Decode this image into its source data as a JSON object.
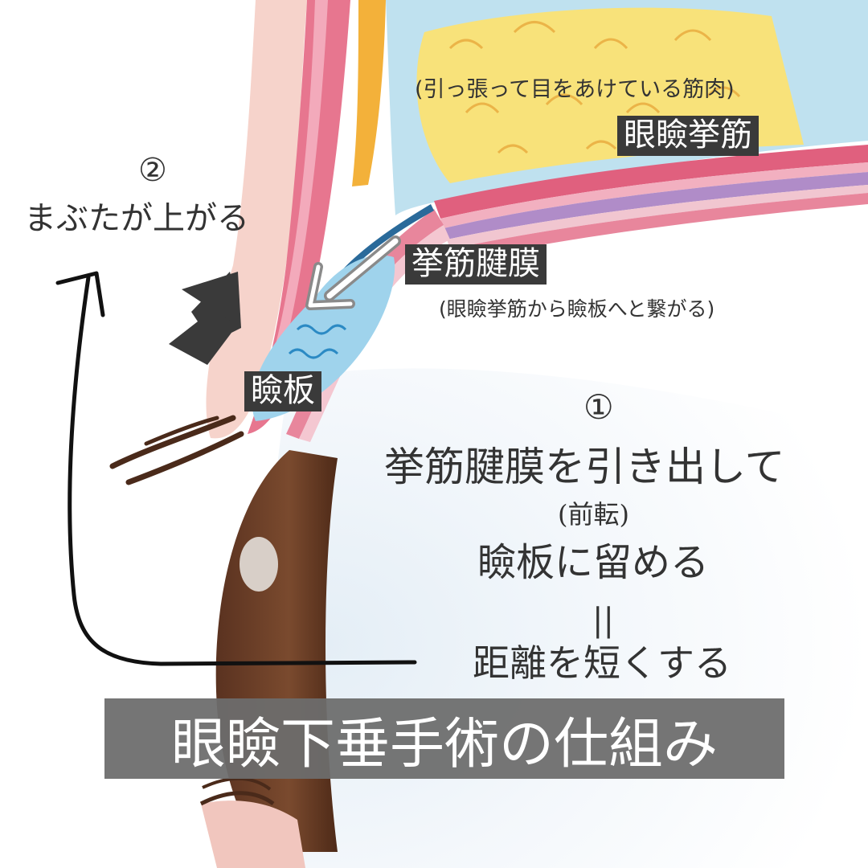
{
  "labels": {
    "levator_desc": "(引っ張って目をあけている筋肉)",
    "levator": "眼瞼挙筋",
    "aponeurosis": "挙筋腱膜",
    "aponeurosis_desc": "(眼瞼挙筋から瞼板へと繋がる)",
    "tarsus": "瞼板"
  },
  "step2": {
    "number": "②",
    "text": "まぶたが上がる"
  },
  "step1": {
    "number": "①",
    "line1": "挙筋腱膜を引き出して",
    "line2": "(前転)",
    "line3": "瞼板に留める",
    "equals": "||",
    "line4": "距離を短くする"
  },
  "title": "眼瞼下垂手術の仕組み",
  "colors": {
    "skin": "#f6d3cb",
    "muscle_pink": "#e0607e",
    "fat_yellow": "#f8e27a",
    "septum_blue": "#bfe1ef",
    "iris_brown": "#6e3f26",
    "label_bg": "#3a3a3a",
    "title_bg": "#6c6c6c"
  },
  "icons": [
    "arrow-up-dark-icon",
    "arrow-hollow-icon",
    "curved-arrow-icon"
  ]
}
